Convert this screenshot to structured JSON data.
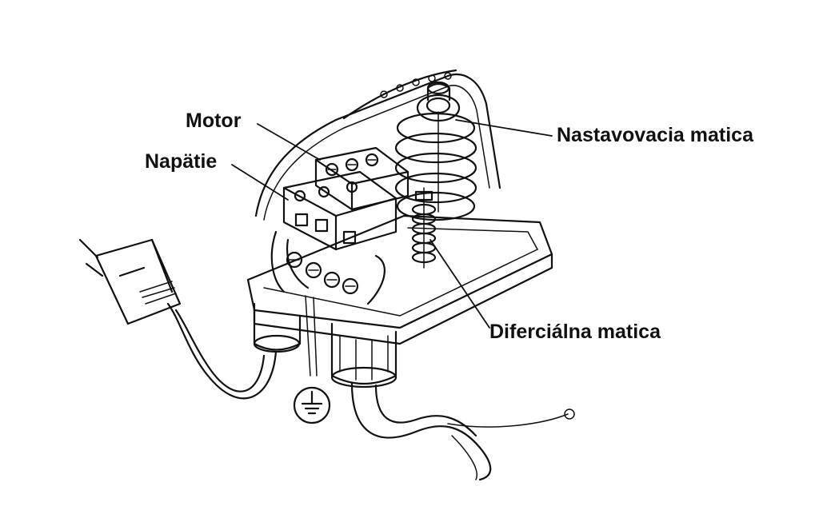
{
  "labels": {
    "motor": "Motor",
    "napatie": "Napätie",
    "nastavovacia_matica": "Nastavovacia matica",
    "diferencialna_matica": "Diferciálna matica"
  },
  "colors": {
    "ink": "#111111",
    "background": "#ffffff"
  },
  "icons": {
    "ground": "ground-symbol-icon",
    "plug": "plug-icon"
  }
}
